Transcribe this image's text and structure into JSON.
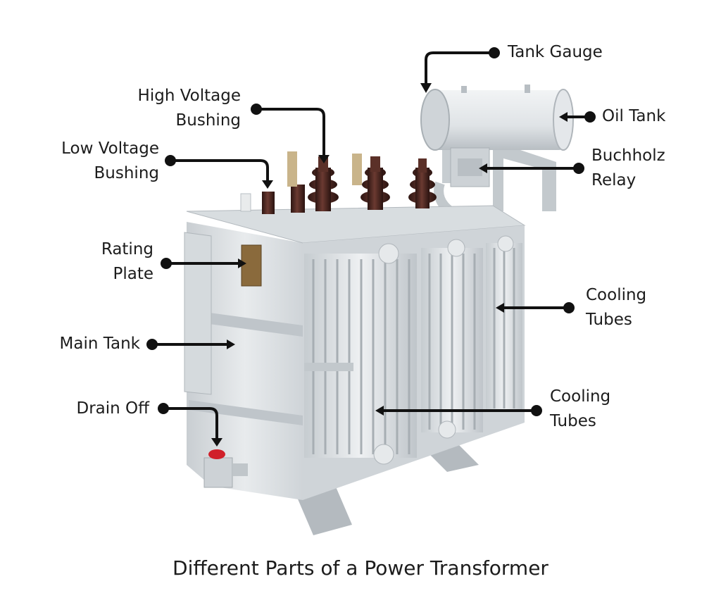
{
  "caption": "Different Parts of a Power Transformer",
  "labels": {
    "tank_gauge": "Tank Gauge",
    "oil_tank": "Oil Tank",
    "buchholz_relay": [
      "Buchholz",
      "Relay"
    ],
    "high_voltage_bushing": [
      "High Voltage",
      "Bushing"
    ],
    "low_voltage_bushing": [
      "Low Voltage",
      "Bushing"
    ],
    "rating_plate": [
      "Rating",
      "Plate"
    ],
    "main_tank": "Main Tank",
    "drain_off": "Drain Off",
    "cooling_tubes_upper": [
      "Cooling",
      "Tubes"
    ],
    "cooling_tubes_lower": [
      "Cooling",
      "Tubes"
    ]
  },
  "colors": {
    "text": "#1c1c1c",
    "pointer": "#111111",
    "tank_body": "#dfe3e6",
    "tank_shadow": "#b9bfc4",
    "bushing": "#4a2520",
    "drain_valve": "#d0202a"
  }
}
